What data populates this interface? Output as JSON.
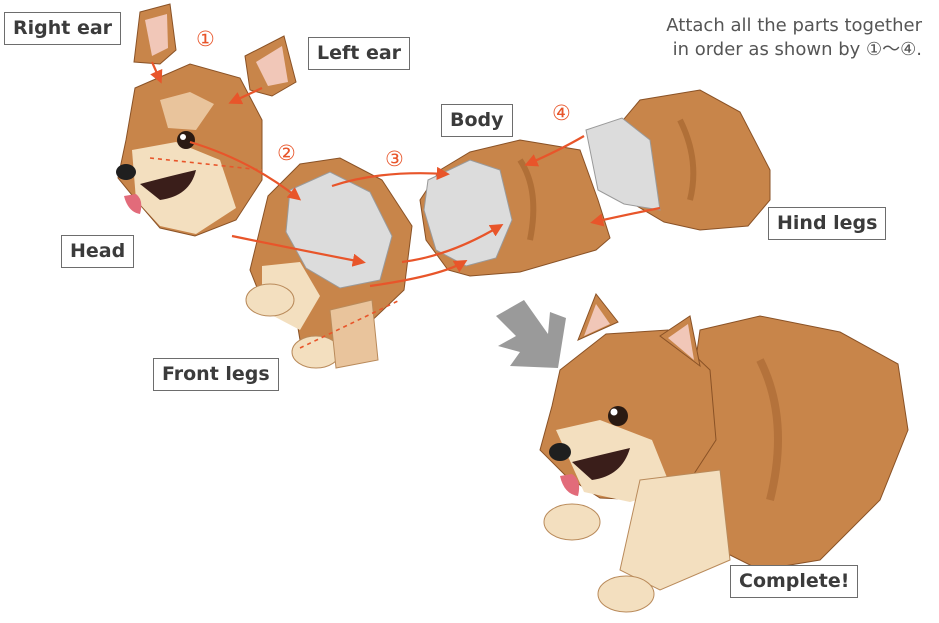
{
  "instructions": {
    "line1": "Attach all the parts together",
    "line2": "in order as shown by ①〜④."
  },
  "labels": {
    "right_ear": "Right ear",
    "left_ear": "Left ear",
    "body": "Body",
    "head": "Head",
    "hind_legs": "Hind legs",
    "front_legs": "Front legs",
    "complete": "Complete!"
  },
  "steps": [
    "①",
    "②",
    "③",
    "④"
  ],
  "colors": {
    "arrow": "#e8552a",
    "fur": "#c8854a",
    "fur_light": "#f3dfbf",
    "fur_dark": "#a0602c",
    "paper_gray": "#dcdcdc",
    "label_border": "#6d6d6d",
    "big_arrow": "#9a9a9a"
  }
}
